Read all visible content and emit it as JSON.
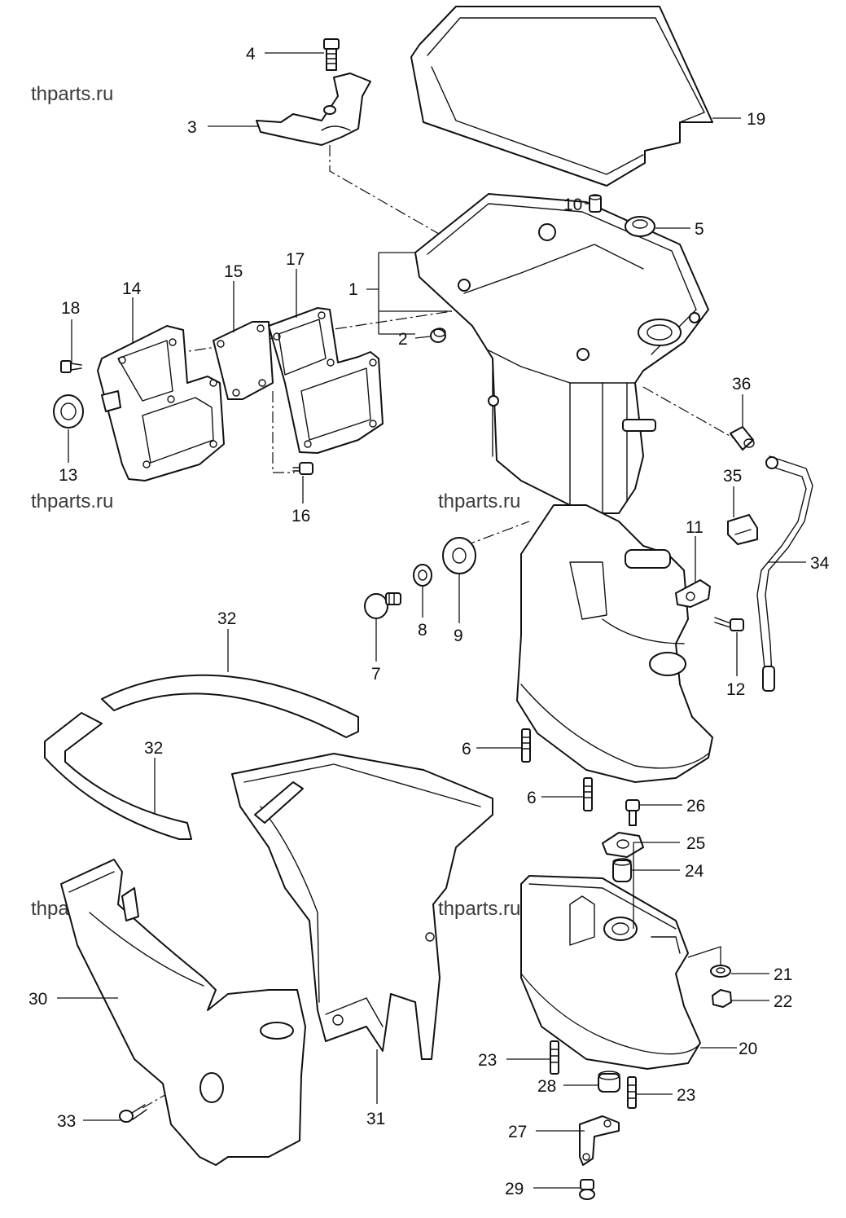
{
  "watermark": "thparts.ru",
  "callouts": {
    "c1": "1",
    "c2": "2",
    "c3": "3",
    "c4": "4",
    "c5": "5",
    "c6a": "6",
    "c6b": "6",
    "c7": "7",
    "c8": "8",
    "c9": "9",
    "c10": "10",
    "c11": "11",
    "c12": "12",
    "c13": "13",
    "c14": "14",
    "c15": "15",
    "c16": "16",
    "c17": "17",
    "c18": "18",
    "c19": "19",
    "c20": "20",
    "c21": "21",
    "c22": "22",
    "c23a": "23",
    "c23b": "23",
    "c24": "24",
    "c25": "25",
    "c26": "26",
    "c27": "27",
    "c28": "28",
    "c29": "29",
    "c30": "30",
    "c31": "31",
    "c32a": "32",
    "c32b": "32",
    "c33": "33",
    "c34": "34",
    "c35": "35",
    "c36": "36"
  }
}
